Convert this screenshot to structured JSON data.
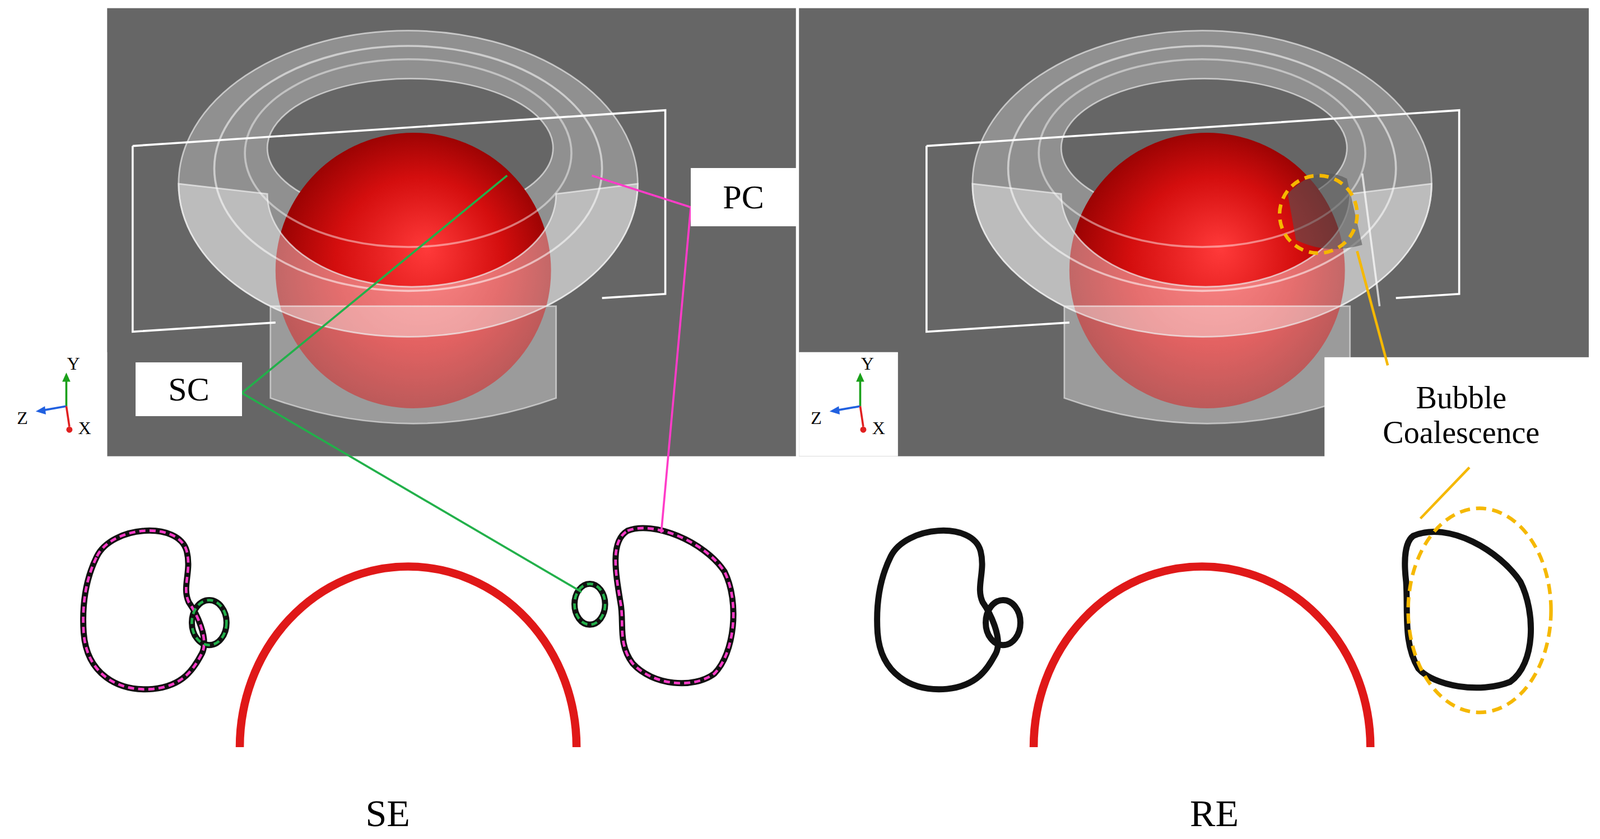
{
  "diagram": {
    "nodes": [
      {
        "text": [
          "PC"
        ]
      },
      {
        "text": [
          "SC"
        ]
      }
    ],
    "labels": [
      "Bubble Coalescence",
      "SE",
      "RE",
      "Y",
      "Z",
      "X",
      "Y",
      "Z",
      "X"
    ]
  }
}
